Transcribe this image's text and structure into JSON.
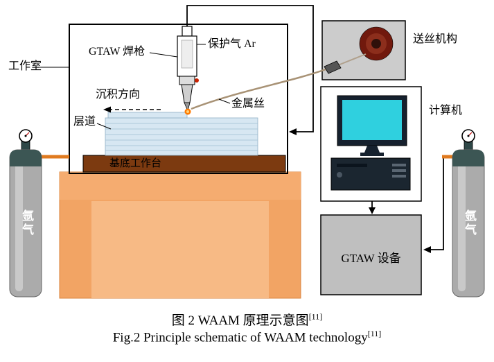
{
  "figure": {
    "caption_cn": "图 2  WAAM 原理示意图",
    "caption_cn_ref": "[11]",
    "caption_en": "Fig.2  Principle schematic of WAAM technology",
    "caption_en_ref": "[11]"
  },
  "labels": {
    "chamber": "工作室",
    "torch": "GTAW 焊枪",
    "shielding_gas": "保护气 Ar",
    "metal_wire": "金属丝",
    "deposition_direction": "沉积方向",
    "layer_path": "层道",
    "substrate_table": "基底工作台",
    "wire_feeder": "送丝机构",
    "computer": "计算机",
    "gtaw_equipment": "GTAW 设备",
    "argon_left": "氩气",
    "argon_right": "氩气"
  },
  "colors": {
    "table_orange": "#F2A464",
    "substrate_brown": "#7C3A10",
    "layer_blue": "#D7E7F2",
    "screen_cyan": "#2FD0DF",
    "spool_red": "#71190D",
    "hose_orange": "#E07A1F",
    "cylinder_gray": "#ABABAB",
    "cylinder_top_teal": "#3C5654",
    "equipment_gray": "#BFBFBF"
  }
}
